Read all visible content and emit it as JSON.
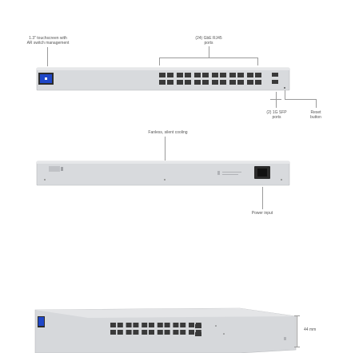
{
  "callouts": {
    "touchscreen": [
      "1.3\" touchscreen with",
      "AR switch management"
    ],
    "rj45": [
      "(24) GbE RJ45",
      "ports"
    ],
    "sfp": [
      "(2) 1G SFP",
      "ports"
    ],
    "reset": [
      "Reset",
      "button"
    ],
    "cooling": "Fanless, silent cooling",
    "power": "Power input",
    "height": "44 mm"
  },
  "colors": {
    "chassis": "#d8dadd",
    "chassis_dark": "#c9cbcf",
    "port": "#3a3a3a",
    "screen": "#1f47c8",
    "leader_line": "#9a9a9a"
  },
  "icons": [
    "touchscreen-icon",
    "rj45-port-icon",
    "sfp-port-icon",
    "reset-button-icon",
    "power-inlet-icon",
    "logo-icon"
  ]
}
